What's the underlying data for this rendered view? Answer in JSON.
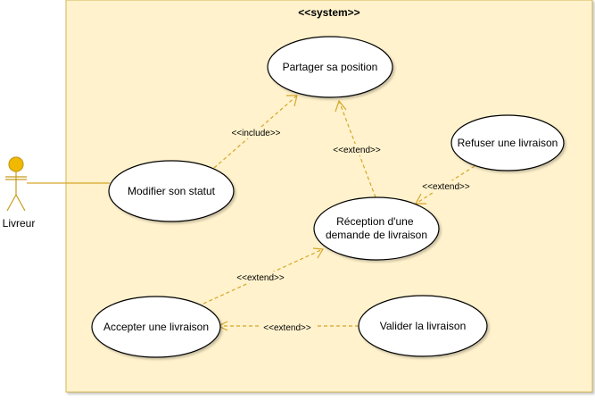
{
  "diagram": {
    "system_title": "<<system>>",
    "actor": {
      "name": "Livreur"
    },
    "use_cases": {
      "partager": {
        "lines": [
          "Partager sa position"
        ]
      },
      "modifier": {
        "lines": [
          "Modifier son statut"
        ]
      },
      "refuser": {
        "lines": [
          "Refuser une livraison"
        ]
      },
      "reception": {
        "lines": [
          "Réception d'une",
          "demande de livraison"
        ]
      },
      "accepter": {
        "lines": [
          "Accepter une livraison"
        ]
      },
      "valider": {
        "lines": [
          "Valider la livraison"
        ]
      }
    },
    "relations": [
      {
        "id": "modifier-include-partager",
        "label": "<<include>>"
      },
      {
        "id": "reception-extend-partager",
        "label": "<<extend>>"
      },
      {
        "id": "refuser-extend-reception",
        "label": "<<extend>>"
      },
      {
        "id": "accepter-extend-reception",
        "label": "<<extend>>"
      },
      {
        "id": "valider-extend-accepter",
        "label": "<<extend>>"
      }
    ],
    "colors": {
      "system_fill": "#fff2cc",
      "system_stroke": "#d6b656",
      "connector": "#d6a62a",
      "actor_head": "#f0b800",
      "usecase_fill": "#ffffff",
      "usecase_stroke": "#000000"
    }
  }
}
